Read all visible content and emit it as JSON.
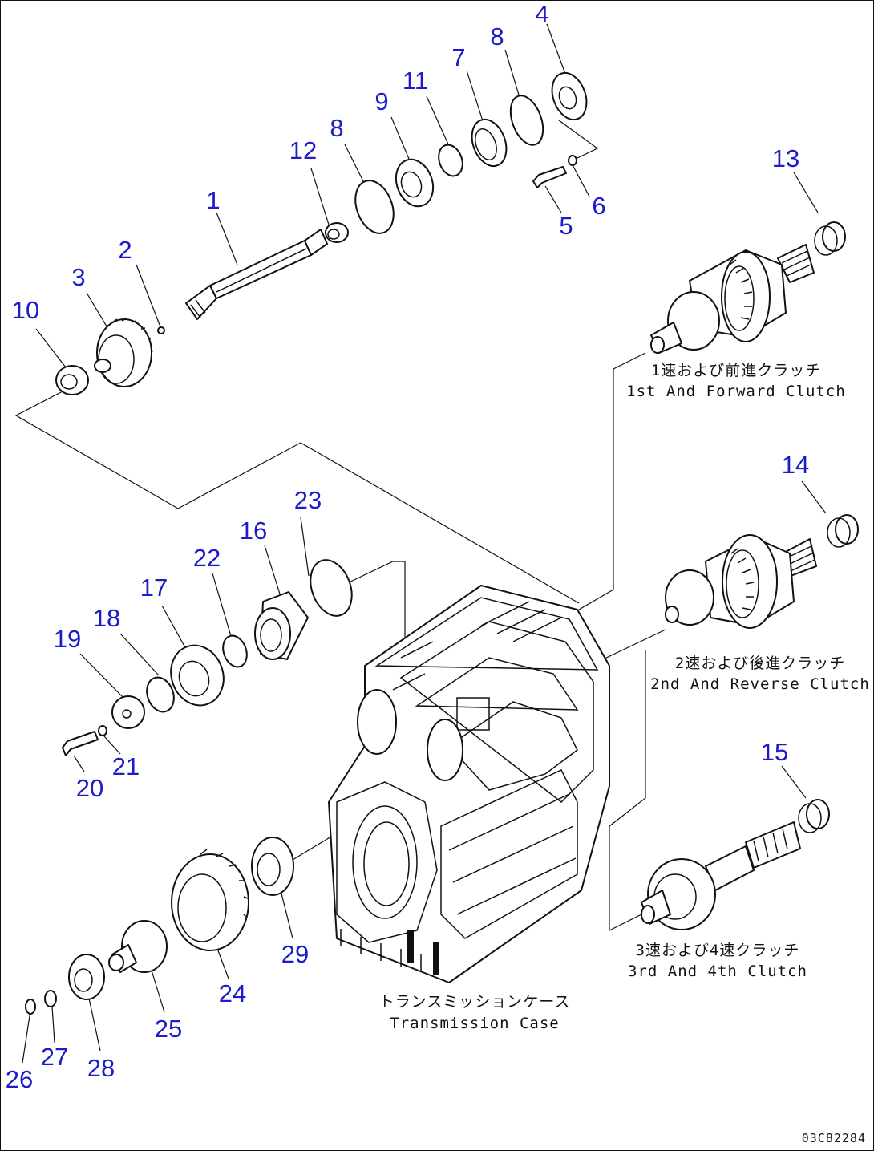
{
  "callouts": [
    {
      "n": "1"
    },
    {
      "n": "2"
    },
    {
      "n": "3"
    },
    {
      "n": "4"
    },
    {
      "n": "5"
    },
    {
      "n": "6"
    },
    {
      "n": "7"
    },
    {
      "n": "8"
    },
    {
      "n": "8"
    },
    {
      "n": "9"
    },
    {
      "n": "10"
    },
    {
      "n": "11"
    },
    {
      "n": "12"
    },
    {
      "n": "13"
    },
    {
      "n": "14"
    },
    {
      "n": "15"
    },
    {
      "n": "16"
    },
    {
      "n": "17"
    },
    {
      "n": "18"
    },
    {
      "n": "19"
    },
    {
      "n": "20"
    },
    {
      "n": "21"
    },
    {
      "n": "22"
    },
    {
      "n": "23"
    },
    {
      "n": "24"
    },
    {
      "n": "25"
    },
    {
      "n": "26"
    },
    {
      "n": "27"
    },
    {
      "n": "28"
    },
    {
      "n": "29"
    }
  ],
  "captions": {
    "clutch1_jp": "1速および前進クラッチ",
    "clutch1_en": "1st And Forward Clutch",
    "clutch2_jp": "2速および後進クラッチ",
    "clutch2_en": "2nd And Reverse Clutch",
    "clutch3_jp": "3速および4速クラッチ",
    "clutch3_en": "3rd And 4th Clutch",
    "case_jp": "トランスミッションケース",
    "case_en": "Transmission Case"
  },
  "drawing_code": "03C82284",
  "colors": {
    "callout": "#1c1cc8",
    "line": "#111111"
  }
}
